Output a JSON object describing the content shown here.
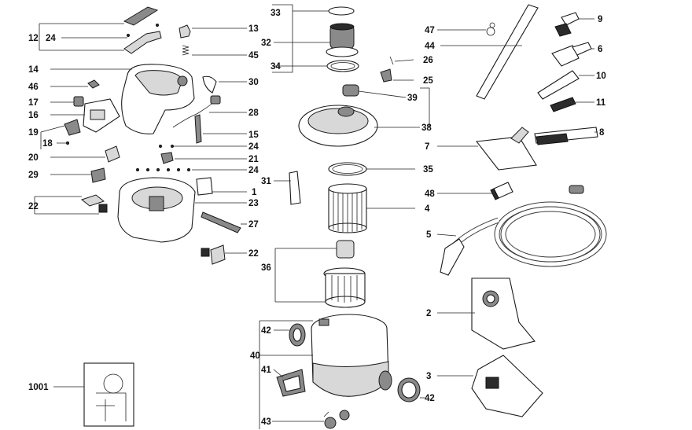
{
  "labels": {
    "l1001": "1001",
    "l1": "1",
    "l2": "2",
    "l3": "3",
    "l4": "4",
    "l5": "5",
    "l6": "6",
    "l7": "7",
    "l8": "8",
    "l9": "9",
    "l10": "10",
    "l11": "11",
    "l12": "12",
    "l13": "13",
    "l14": "14",
    "l15": "15",
    "l16": "16",
    "l17": "17",
    "l18": "18",
    "l19": "19",
    "l20": "20",
    "l21": "21",
    "l22a": "22",
    "l22b": "22",
    "l23": "23",
    "l24a": "24",
    "l24b": "24",
    "l24c": "24",
    "l25": "25",
    "l26": "26",
    "l27": "27",
    "l28": "28",
    "l29": "29",
    "l30": "30",
    "l31": "31",
    "l32": "32",
    "l33": "33",
    "l34": "34",
    "l35": "35",
    "l36": "36",
    "l38": "38",
    "l39": "39",
    "l40": "40",
    "l41": "41",
    "l42a": "42",
    "l42b": "42",
    "l43": "43",
    "l44": "44",
    "l45": "45",
    "l46": "46",
    "l47": "47",
    "l48": "48"
  },
  "colors": {
    "line": "#222222",
    "part_fill": "#ffffff",
    "shade": "#8a8a8a",
    "dark": "#2b2b2b"
  },
  "icons": [
    "handle",
    "motor",
    "filter-cartridge",
    "hose",
    "dust-bag",
    "container",
    "nozzle"
  ]
}
